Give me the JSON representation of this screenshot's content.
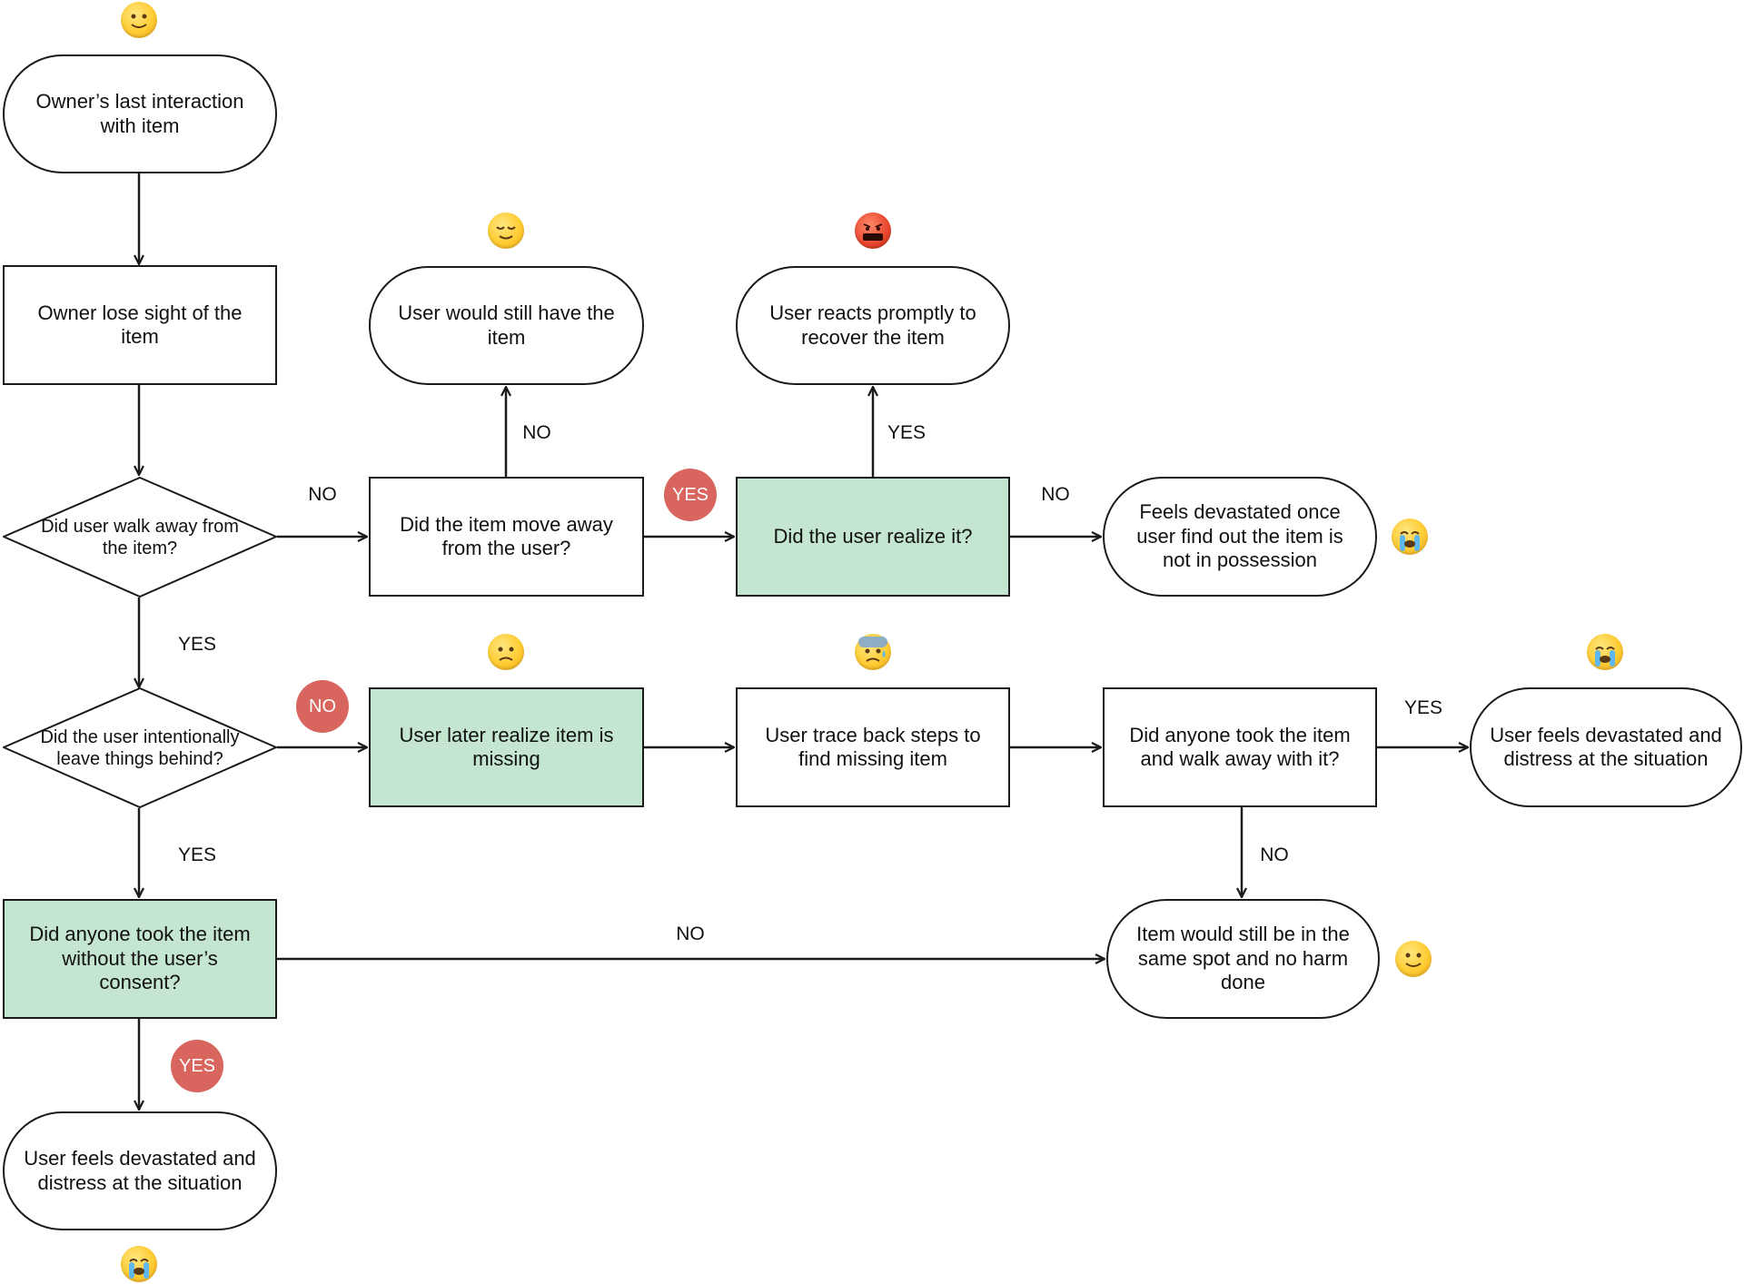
{
  "nodes": {
    "start": "Owner’s last interaction with item",
    "lose_sight": "Owner lose sight of the item",
    "walk_away": "Did user walk away from the item?",
    "still_have": "User would still have the item",
    "item_move": "Did the item move away from the user?",
    "reacts": "User reacts promptly to recover the item",
    "realize": "Did the user realize it?",
    "devastated_possession": "Feels devastated once user find out the item is not in possession",
    "intentional": "Did the user intentionally leave things behind?",
    "later_realize": "User later realize item is missing",
    "trace_back": "User trace back steps to find missing item",
    "anyone_took_walk": "Did anyone took the item and walk away with it?",
    "devastated_right": "User feels devastated and distress at the situation",
    "anyone_took_consent": "Did anyone took the item without the user’s consent?",
    "still_same_spot": "Item would still be in the same spot and no harm done",
    "devastated_bottom": "User feels devastated and distress at the situation"
  },
  "edge_labels": {
    "walk_no": "NO",
    "move_no": "NO",
    "move_yes": "YES",
    "realize_yes": "YES",
    "realize_no": "NO",
    "walk_yes": "YES",
    "intentional_no": "NO",
    "intentional_yes": "YES",
    "took_walk_yes": "YES",
    "took_walk_no": "NO",
    "consent_no": "NO",
    "consent_yes": "YES"
  },
  "emojis": {
    "start": "slightly-smiling-face",
    "still_have": "relieved-face",
    "reacts": "face-with-symbols-on-mouth",
    "devastated_possession": "loudly-crying-face",
    "later_realize": "worried-face",
    "trace_back": "anxious-face-with-sweat",
    "devastated_right": "loudly-crying-face",
    "still_same_spot": "slightly-smiling-face",
    "devastated_bottom": "loudly-crying-face"
  },
  "colors": {
    "highlight_fill": "#c4e5cf",
    "badge_fill": "#d9655f",
    "stroke": "#1a1a1a"
  }
}
